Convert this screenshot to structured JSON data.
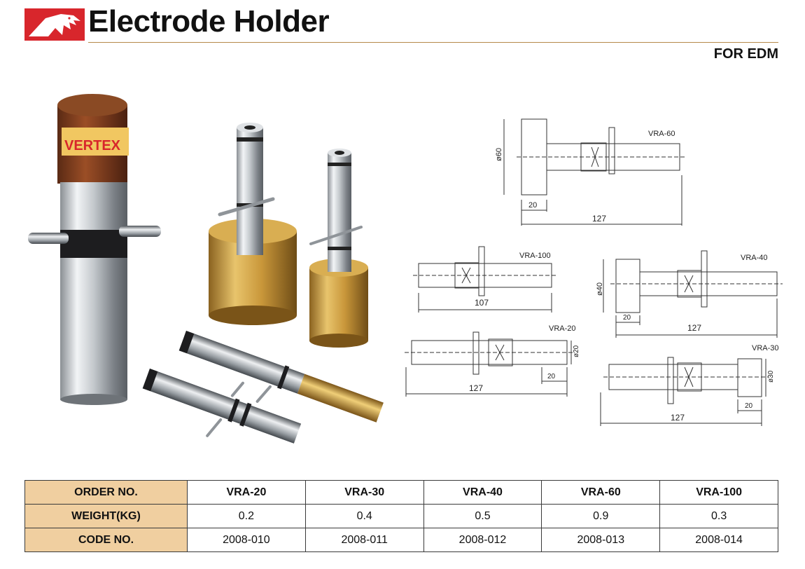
{
  "header": {
    "title": "Electrode Holder",
    "subtitle": "FOR EDM"
  },
  "photo": {
    "band_text": "VERTEX"
  },
  "drawings": {
    "vra60": {
      "model": "VRA-60",
      "dia": "ø60",
      "dim_small": "20",
      "dim_total": "127"
    },
    "vra100": {
      "model": "VRA-100",
      "dim_total": "107"
    },
    "vra40": {
      "model": "VRA-40",
      "dia": "ø40",
      "dim_small": "20",
      "dim_total": "127"
    },
    "vra20": {
      "model": "VRA-20",
      "dia": "ø20",
      "dim_small": "20",
      "dim_total": "127"
    },
    "vra30": {
      "model": "VRA-30",
      "dia": "ø30",
      "dim_small": "20",
      "dim_total": "127"
    }
  },
  "table": {
    "rows": [
      {
        "label": "ORDER NO.",
        "values": [
          "VRA-20",
          "VRA-30",
          "VRA-40",
          "VRA-60",
          "VRA-100"
        ]
      },
      {
        "label": "WEIGHT(KG)",
        "values": [
          "0.2",
          "0.4",
          "0.5",
          "0.9",
          "0.3"
        ]
      },
      {
        "label": "CODE NO.",
        "values": [
          "2008-010",
          "2008-011",
          "2008-012",
          "2008-013",
          "2008-014"
        ]
      }
    ]
  },
  "colors": {
    "brand_red": "#d8262c",
    "header_fill": "#f0cfa0",
    "brass": "#c9973a"
  }
}
